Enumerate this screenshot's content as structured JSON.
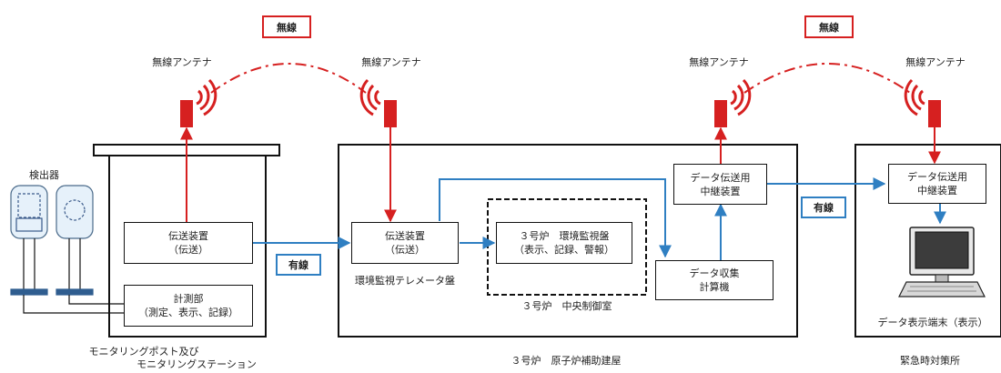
{
  "wireless_label": "無線",
  "wired_label": "有線",
  "antenna_label": "無線アンテナ",
  "detector_label": "検出器",
  "monitoring_post": {
    "name_line1": "モニタリングポスト及び",
    "name_line2": "モニタリングステーション",
    "transmitter_line1": "伝送装置",
    "transmitter_line2": "（伝送）",
    "measurement_line1": "計測部",
    "measurement_line2": "（測定、表示、記録）"
  },
  "aux_building": {
    "name": "３号炉　原子炉補助建屋",
    "transmitter_line1": "伝送装置",
    "transmitter_line2": "（伝送）",
    "telemeter_label": "環境監視テレメータ盤",
    "control_room_name": "３号炉　中央制御室",
    "monitor_panel_line1": "３号炉　環境監視盤",
    "monitor_panel_line2": "（表示、記録、警報）",
    "relay_line1": "データ伝送用",
    "relay_line2": "中継装置",
    "computer_line1": "データ収集",
    "computer_line2": "計算機"
  },
  "emergency_center": {
    "name": "緊急時対策所",
    "relay_line1": "データ伝送用",
    "relay_line2": "中継装置",
    "terminal_label": "データ表示端末（表示）"
  },
  "colors": {
    "wireless_red": "#d62020",
    "wired_blue": "#2f7fc2",
    "line": "#111111"
  }
}
